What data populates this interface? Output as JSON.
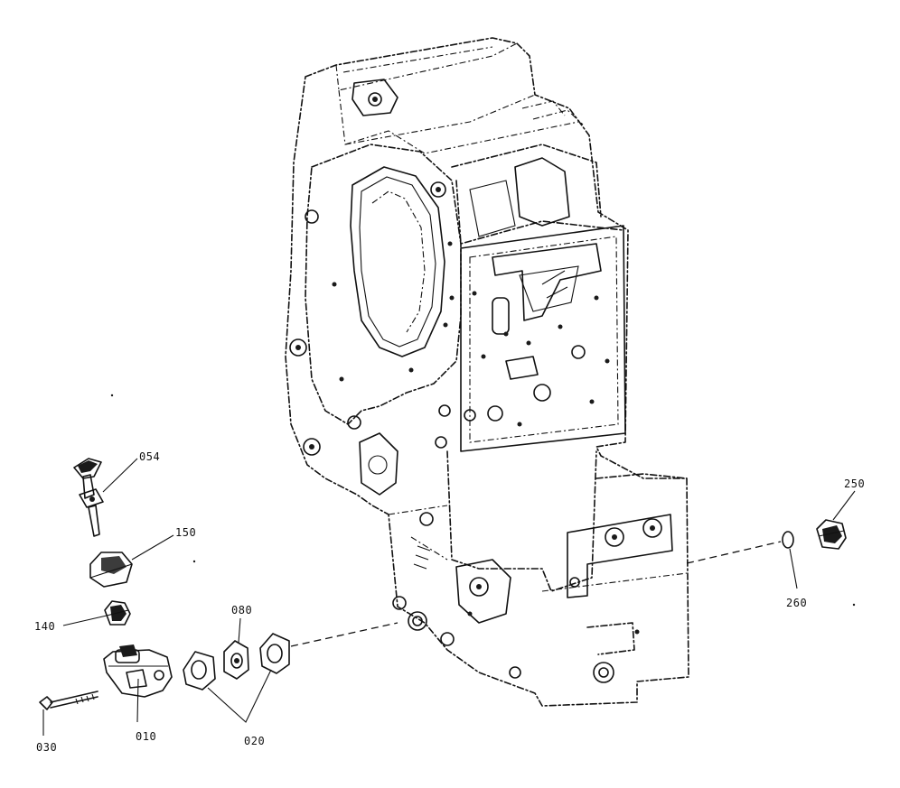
{
  "parts": [
    {
      "id": "p054",
      "label": "054"
    },
    {
      "id": "p150",
      "label": "150"
    },
    {
      "id": "p140",
      "label": "140"
    },
    {
      "id": "p010",
      "label": "010"
    },
    {
      "id": "p030",
      "label": "030"
    },
    {
      "id": "p080",
      "label": "080"
    },
    {
      "id": "p020",
      "label": "020"
    },
    {
      "id": "p250",
      "label": "250"
    },
    {
      "id": "p260",
      "label": "260"
    }
  ]
}
